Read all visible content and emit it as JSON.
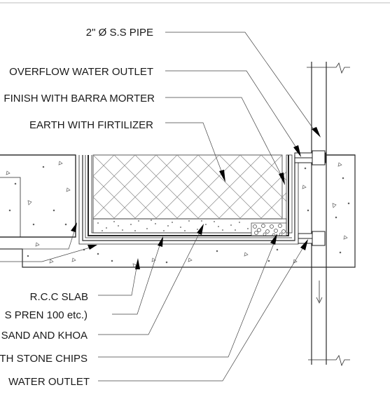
{
  "labels": {
    "pipe": "2\" Ø S.S PIPE",
    "overflow": "OVERFLOW  WATER  OUTLET",
    "finish": "FINISH WITH BARRA MORTER",
    "earth": "EARTH WITH FIRTILIZER",
    "slab": "R.C.C SLAB",
    "membrane": "S PREN 100 etc.)",
    "sand": "SAND AND KHOA",
    "chips": "TH STONE CHIPS",
    "outlet": "WATER  OUTLET"
  }
}
